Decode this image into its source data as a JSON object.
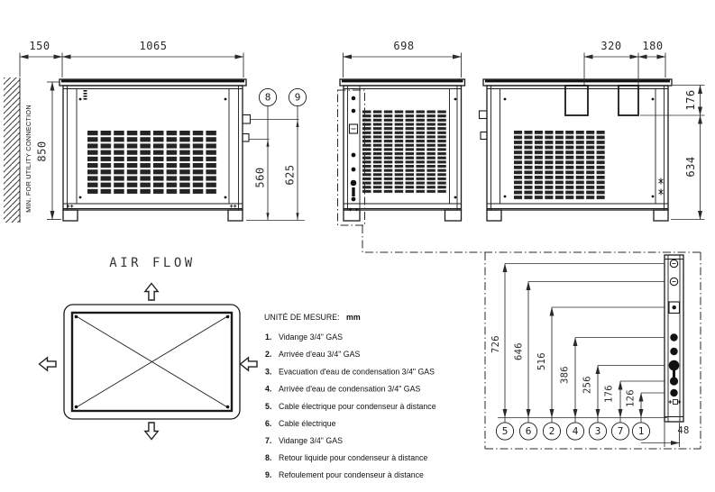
{
  "drawing": {
    "front_view": {
      "wall_note": "MIN. FOR UTILITY CONNECTION",
      "clearance": "150",
      "width": "1065",
      "height": "850",
      "callout_8": "8",
      "callout_9": "9",
      "dim_560": "560",
      "dim_625": "625"
    },
    "side_view": {
      "width": "698"
    },
    "rear_view": {
      "dim_320": "320",
      "dim_180": "180",
      "dim_176": "176",
      "dim_634": "634"
    },
    "air_flow": {
      "title": "AIR FLOW"
    },
    "legend": {
      "title": "UNITÉ DE MESURE:",
      "unit": "mm",
      "items": [
        {
          "num": "1.",
          "text": "Vidange 3/4\" GAS"
        },
        {
          "num": "2.",
          "text": "Arrivée d'eau 3/4\" GAS"
        },
        {
          "num": "3.",
          "text": "Evacuation d'eau de condensation 3/4\" GAS"
        },
        {
          "num": "4.",
          "text": "Arrivée d'eau de condensation 3/4\" GAS"
        },
        {
          "num": "5.",
          "text": "Cable électrique pour condenseur à distance"
        },
        {
          "num": "6.",
          "text": "Cable électrique"
        },
        {
          "num": "7.",
          "text": "Vidange 3/4\" GAS"
        },
        {
          "num": "8.",
          "text": "Retour liquide pour condenseur à distance"
        },
        {
          "num": "9.",
          "text": "Refoulement pour condenseur à distance"
        }
      ]
    },
    "detail_view": {
      "offset_48": "48",
      "connections": [
        {
          "id": "5",
          "dim": "726"
        },
        {
          "id": "6",
          "dim": "646"
        },
        {
          "id": "2",
          "dim": "516"
        },
        {
          "id": "4",
          "dim": "386"
        },
        {
          "id": "3",
          "dim": "256"
        },
        {
          "id": "7",
          "dim": "176"
        },
        {
          "id": "1",
          "dim": "126"
        }
      ]
    }
  }
}
